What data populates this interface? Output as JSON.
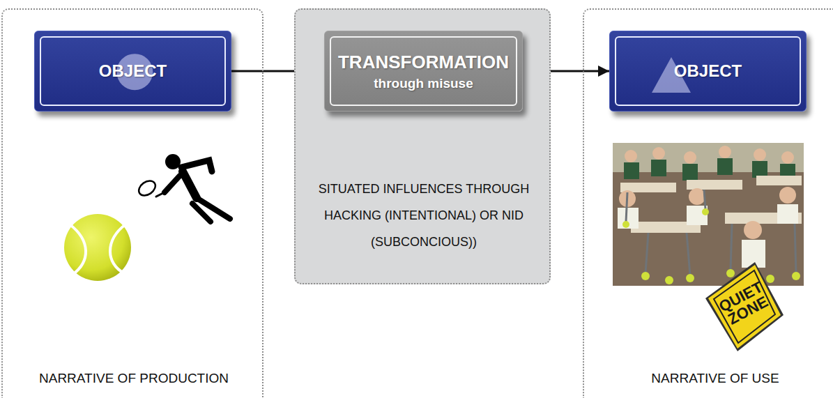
{
  "diagram": {
    "nodes": [
      {
        "text": [
          "NARRATIVE OF PRODUCTION"
        ]
      },
      {
        "text": [
          "OBJECT"
        ],
        "in": 0
      },
      {
        "text": [
          "SITUATED INFLUENCES THROUGH HACKING (INTENTIONAL) OR NID (SUBCONCIOUS))"
        ]
      },
      {
        "text": [
          "TRANSFORMATION",
          "through misuse"
        ],
        "in": 2
      },
      {
        "text": [
          "NARRATIVE OF USE"
        ]
      },
      {
        "text": [
          "OBJECT"
        ],
        "in": 4
      }
    ],
    "edges": [
      {
        "from": 1,
        "to": 3,
        "arrow": "none"
      },
      {
        "from": 3,
        "to": 5,
        "arrow": "to"
      }
    ],
    "labels": [
      "QUIET ZONE"
    ]
  }
}
